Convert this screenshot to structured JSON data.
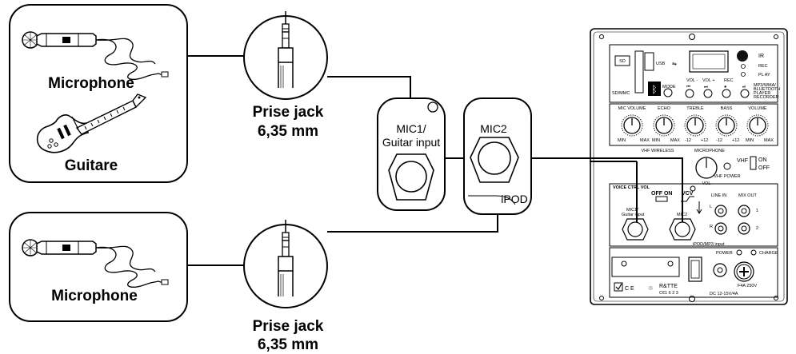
{
  "source1": {
    "label_top": "Microphone",
    "label_bottom": "Guitare"
  },
  "source2": {
    "label": "Microphone"
  },
  "jack1": {
    "line1": "Prise jack",
    "line2": "6,35 mm"
  },
  "jack2": {
    "line1": "Prise jack",
    "line2": "6,35 mm"
  },
  "input1": {
    "line1": "MIC1/",
    "line2": "Guitar input"
  },
  "input2": {
    "label": "MIC2",
    "ipod": "iPOD"
  },
  "panel": {
    "sd": "SD",
    "sd_mmc": "SD/MMC",
    "usb": "USB",
    "ir": "IR",
    "rec": "REC",
    "play": "PL AY",
    "mode": "MODE",
    "vol_minus": "VOL -",
    "vol_plus": "VOL +",
    "rec_btn": "REC",
    "mp3_line1": "MP3/WMA/",
    "mp3_line2": "BLUETOOTH",
    "mp3_line3": "PLAYER",
    "mp3_line4": "RECORDER",
    "knob_labels": [
      "MIC VOLUME",
      "ECHO",
      "TREBLE",
      "BASS",
      "VOLUME"
    ],
    "knob_min": "MIN",
    "knob_max": "MAX",
    "knob_m12": "-12",
    "knob_p12": "+12",
    "vhf_wireless": "VHF WIRELESS",
    "microphone": "MICROPHONE",
    "vol": "VOL",
    "vhf_power": "VHF POWER",
    "vhf": "VHF",
    "on": "ON",
    "off": "OFF",
    "voice_ctrl": "VOICE CTRL VOL",
    "off_on": "OFF   ON",
    "vcv": "VCV",
    "line_in": "LINE IN",
    "mix_out": "MIX OUT",
    "l": "L",
    "r": "R",
    "one": "1",
    "two": "2",
    "mic1_g1": "MIC1/",
    "mic1_g2": "Guitar input",
    "mic2": "MIC2",
    "ipod_mp3": "iPOD/MP3 input",
    "power": "POWER",
    "charge": "CHARGE",
    "dc": "DC 12-15V/4A",
    "fuse": "F4A 250V",
    "rtte": "R&TTE",
    "ce": "C E",
    "ce_num": "C€1 6 2 3"
  }
}
